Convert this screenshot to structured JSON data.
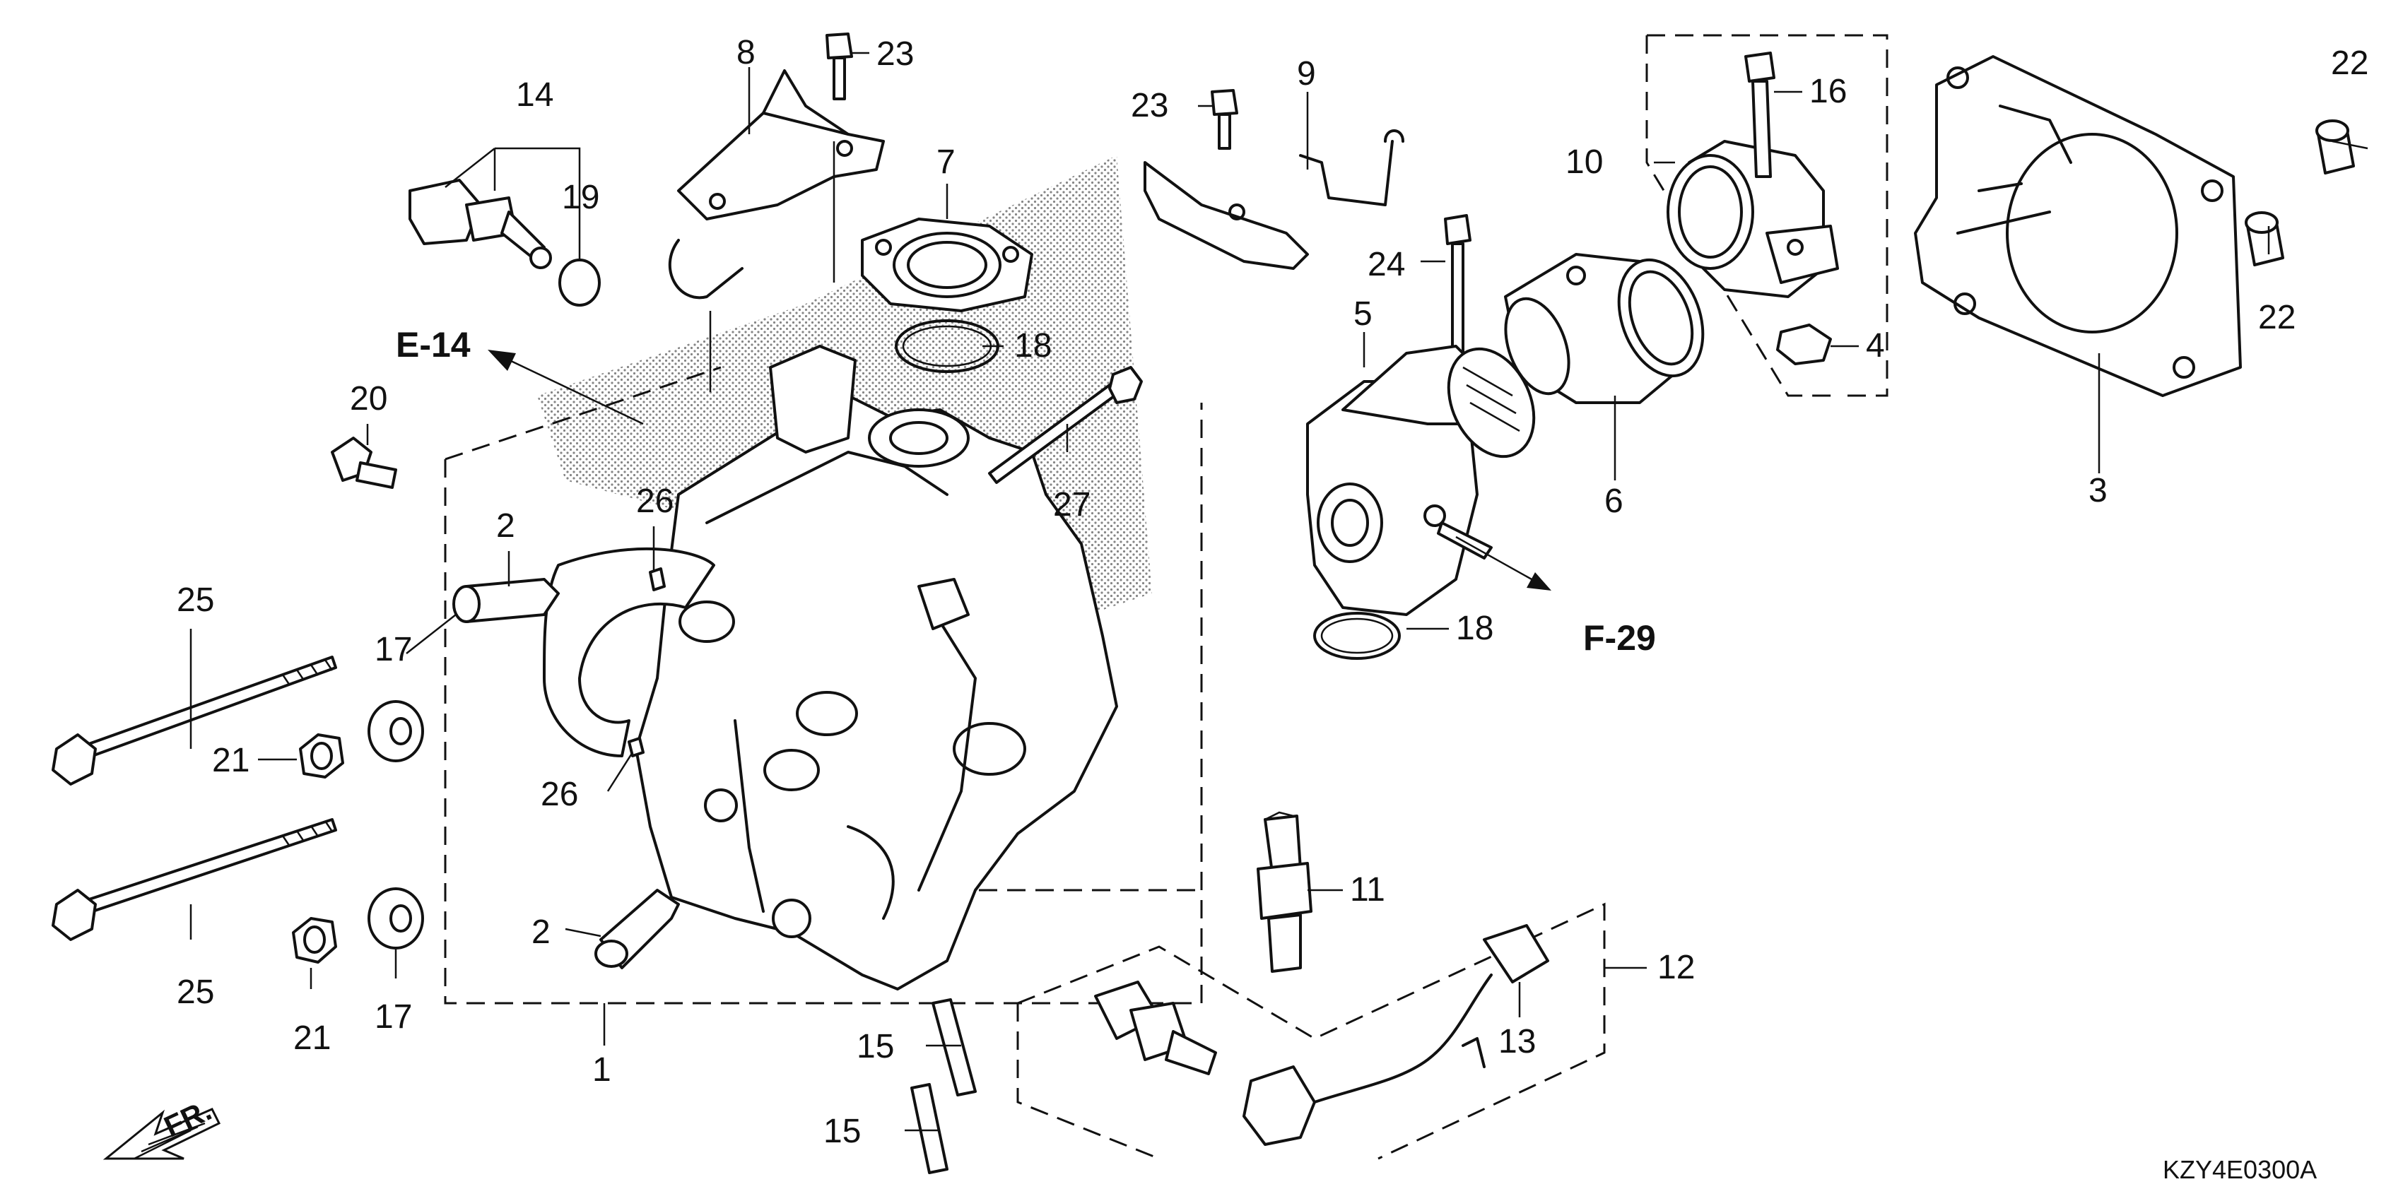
{
  "diagram": {
    "code": "KZY4E0300A",
    "front_label": "FR.",
    "refs": [
      "E-14",
      "F-29"
    ],
    "callouts": {
      "c1": "1",
      "c2a": "2",
      "c2b": "2",
      "c3": "3",
      "c4": "4",
      "c5": "5",
      "c6": "6",
      "c7": "7",
      "c8": "8",
      "c9": "9",
      "c10": "10",
      "c11": "11",
      "c12": "12",
      "c13": "13",
      "c14": "14",
      "c15a": "15",
      "c15b": "15",
      "c16": "16",
      "c17a": "17",
      "c17b": "17",
      "c18a": "18",
      "c18b": "18",
      "c19": "19",
      "c20": "20",
      "c21a": "21",
      "c21b": "21",
      "c22a": "22",
      "c22b": "22",
      "c23a": "23",
      "c23b": "23",
      "c24": "24",
      "c25a": "25",
      "c25b": "25",
      "c26a": "26",
      "c26b": "26",
      "c27": "27"
    }
  }
}
